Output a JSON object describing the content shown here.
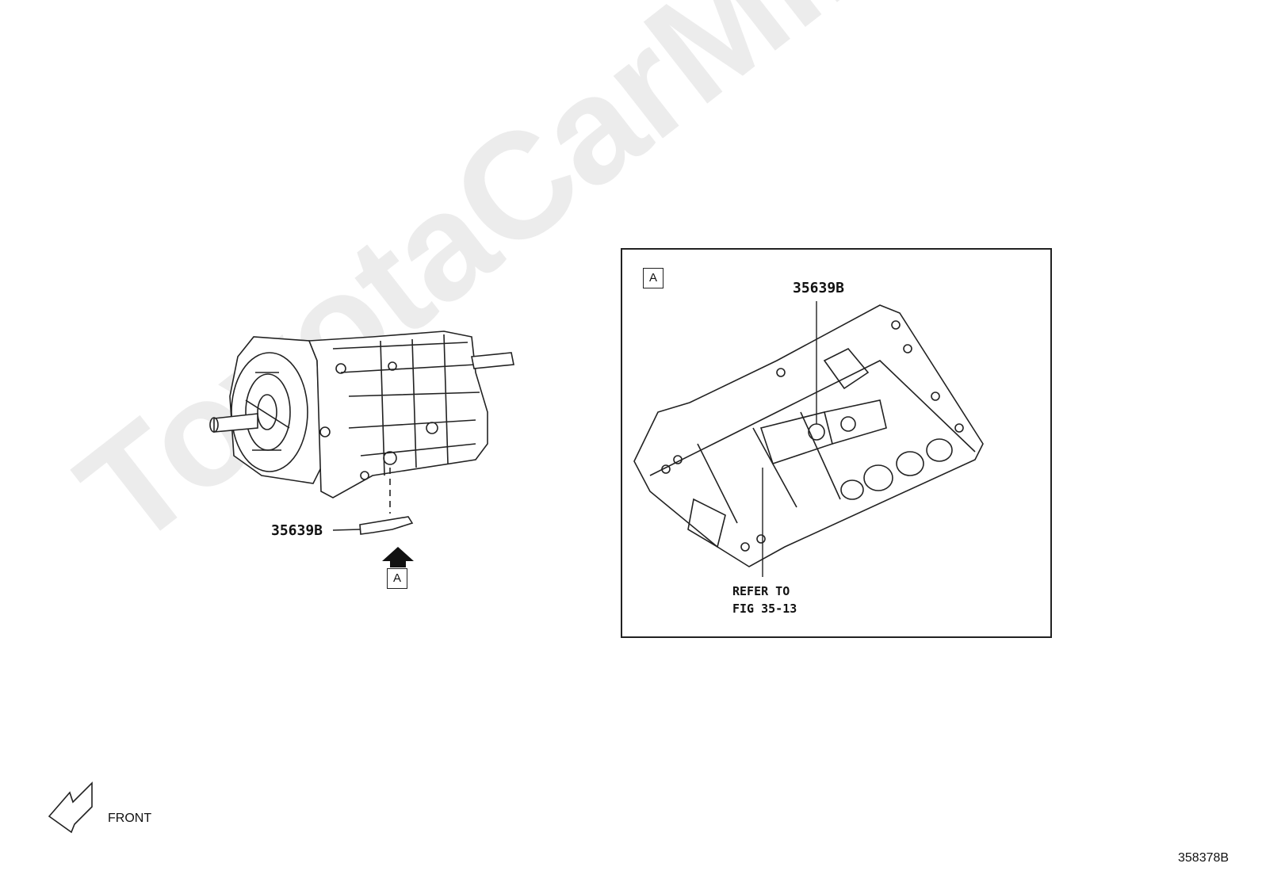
{
  "watermark": "ToyotaCarMine.ru",
  "left_view": {
    "part_label": "35639B",
    "view_tag": "A"
  },
  "detail_view": {
    "view_tag": "A",
    "part_label": "35639B",
    "refer_line1": "REFER TO",
    "refer_line2": "FIG 35-13"
  },
  "front_label": "FRONT",
  "figure_code": "358378B"
}
